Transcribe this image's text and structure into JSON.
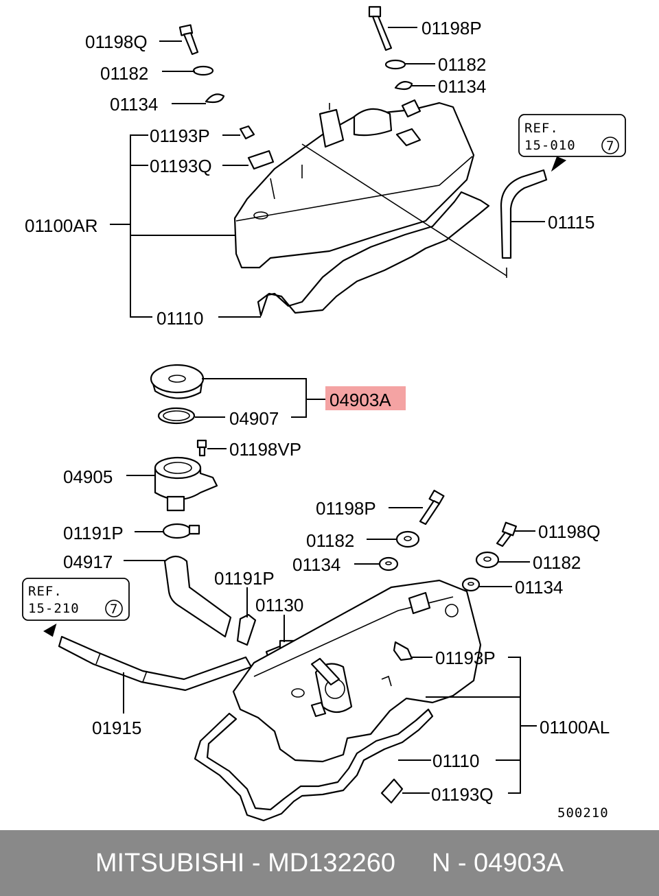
{
  "labels": {
    "t01198q": "01198Q",
    "t01182": "01182",
    "t01134": "01134",
    "t01193p": "01193P",
    "t01193q": "01193Q",
    "t01100ar": "01100AR",
    "t01110": "01110",
    "t01198p_top": "01198P",
    "t01182_top": "01182",
    "t01134_top": "01134",
    "t01115": "01115",
    "ref_top_line1": "REF.",
    "ref_top_line2": "15-010",
    "ref_top_circle": "7",
    "t04903a": "04903A",
    "t04907": "04907",
    "t01198vp": "01198VP",
    "t04905": "04905",
    "t01191p": "01191P",
    "t04917": "04917",
    "ref_bot_line1": "REF.",
    "ref_bot_line2": "15-210",
    "ref_bot_circle": "7",
    "t01915": "01915",
    "t01191p_b": "01191P",
    "t01130": "01130",
    "t01198p_mid": "01198P",
    "t01182_mid": "01182",
    "t01134_mid": "01134",
    "t01198q_r": "01198Q",
    "t01182_r": "01182",
    "t01134_r": "01134",
    "t01193p_r": "01193P",
    "t01100al": "01100AL",
    "t01110_r": "01110",
    "t01193q_r": "01193Q",
    "diagram_code": "500210"
  },
  "highlight_color": "#f4a3a3",
  "footer": {
    "brand_part": "MITSUBISHI - MD132260",
    "ref": "N - 04903A"
  }
}
